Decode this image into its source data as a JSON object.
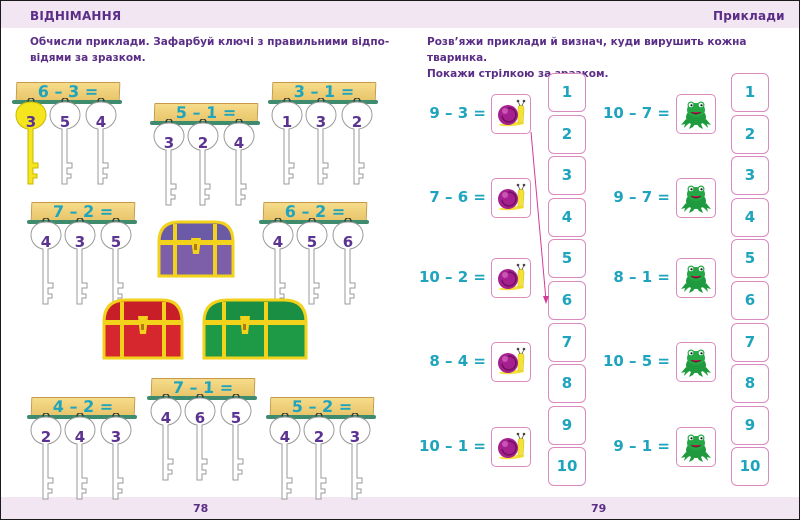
{
  "left_page": {
    "section_title": "ВІДНІМАННЯ",
    "instruction_line1": "Обчисли приклади. Зафарбуй ключі з правильними відпо-",
    "instruction_line2": "відями за зразком.",
    "page_number": "78",
    "key_groups": [
      {
        "expression": "6 – 3 =",
        "keys": [
          "3",
          "5",
          "4"
        ],
        "colored_key_index": 0
      },
      {
        "expression": "5 – 1 =",
        "keys": [
          "3",
          "2",
          "4"
        ],
        "colored_key_index": null
      },
      {
        "expression": "3 – 1 =",
        "keys": [
          "1",
          "3",
          "2"
        ],
        "colored_key_index": null
      },
      {
        "expression": "7 – 2 =",
        "keys": [
          "4",
          "3",
          "5"
        ],
        "colored_key_index": null
      },
      {
        "expression": "6 – 2 =",
        "keys": [
          "4",
          "5",
          "6"
        ],
        "colored_key_index": null
      },
      {
        "expression": "4 – 2 =",
        "keys": [
          "2",
          "4",
          "3"
        ],
        "colored_key_index": null
      },
      {
        "expression": "7 – 1 =",
        "keys": [
          "4",
          "6",
          "5"
        ],
        "colored_key_index": null
      },
      {
        "expression": "5 – 2 =",
        "keys": [
          "4",
          "2",
          "3"
        ],
        "colored_key_index": null
      }
    ],
    "chests": [
      {
        "color_name": "purple",
        "body": "#7c5fa8",
        "trim": "#f2d21a"
      },
      {
        "color_name": "red",
        "body": "#d6262e",
        "trim": "#f2d21a"
      },
      {
        "color_name": "green",
        "body": "#1e9a47",
        "trim": "#f2d21a"
      }
    ],
    "colors": {
      "key_colored": "#f5e51f",
      "key_outline": "#9a9a9a",
      "number": "#5b3391",
      "expression": "#1fa4bd"
    }
  },
  "right_page": {
    "section_title": "Приклади",
    "instruction_line1": "Розв’яжи приклади й визнач, куди вирушить кожна тваринка.",
    "instruction_line2": "Покажи стрілкою за зразком.",
    "page_number": "79",
    "snail_equations": [
      "9 – 3 =",
      "7 – 6 =",
      "10 – 2 =",
      "8 – 4 =",
      "10 – 1 ="
    ],
    "frog_equations": [
      "10 – 7 =",
      "9 – 7 =",
      "8 – 1 =",
      "10 – 5 =",
      "9 – 1 ="
    ],
    "answer_boxes_left": [
      "1",
      "2",
      "3",
      "4",
      "5",
      "6",
      "7",
      "8",
      "9",
      "10"
    ],
    "answer_boxes_right": [
      "1",
      "2",
      "3",
      "4",
      "5",
      "6",
      "7",
      "8",
      "9",
      "10"
    ],
    "sample_arrow": {
      "from_equation": "9 – 3 =",
      "to_answer": "6"
    },
    "animal_icons": {
      "snail": "snail-icon",
      "frog": "frog-icon"
    },
    "colors": {
      "arrow": "#d43a9a",
      "box_border": "#d98bbf",
      "numbers": "#1fa4bd"
    }
  }
}
